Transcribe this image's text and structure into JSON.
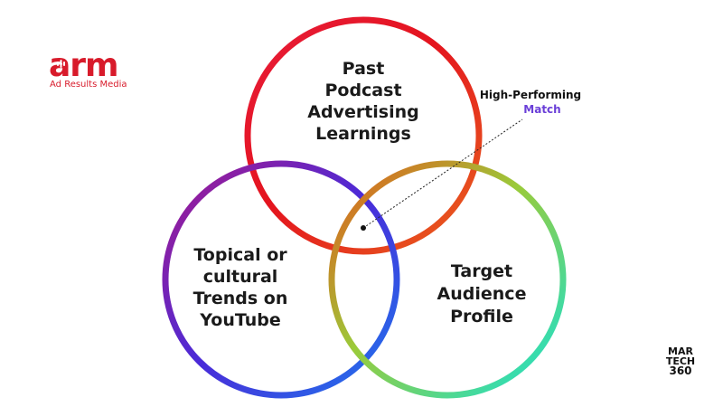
{
  "brand_logo": {
    "name": "arm",
    "tagline": "Ad Results Media",
    "color": "#d81b2b"
  },
  "diagram": {
    "circles": [
      {
        "label_lines": [
          "Past",
          "Podcast",
          "Advertising",
          "Learnings"
        ],
        "colors": [
          "#e4141e",
          "#b81c6c",
          "#e8521e"
        ]
      },
      {
        "label_lines": [
          "Topical or",
          "cultural",
          "Trends on",
          "YouTube"
        ],
        "colors": [
          "#a21a9a",
          "#2e3fe0",
          "#1e6cf0"
        ]
      },
      {
        "label_lines": [
          "Target",
          "Audience",
          "Profile"
        ],
        "colors": [
          "#e6641a",
          "#8cc63f",
          "#18e0d8"
        ]
      }
    ],
    "callout": {
      "line1": "High-Performing",
      "line2": "Match"
    }
  },
  "watermark": {
    "lines": [
      "MAR",
      "TECH",
      "360"
    ]
  }
}
